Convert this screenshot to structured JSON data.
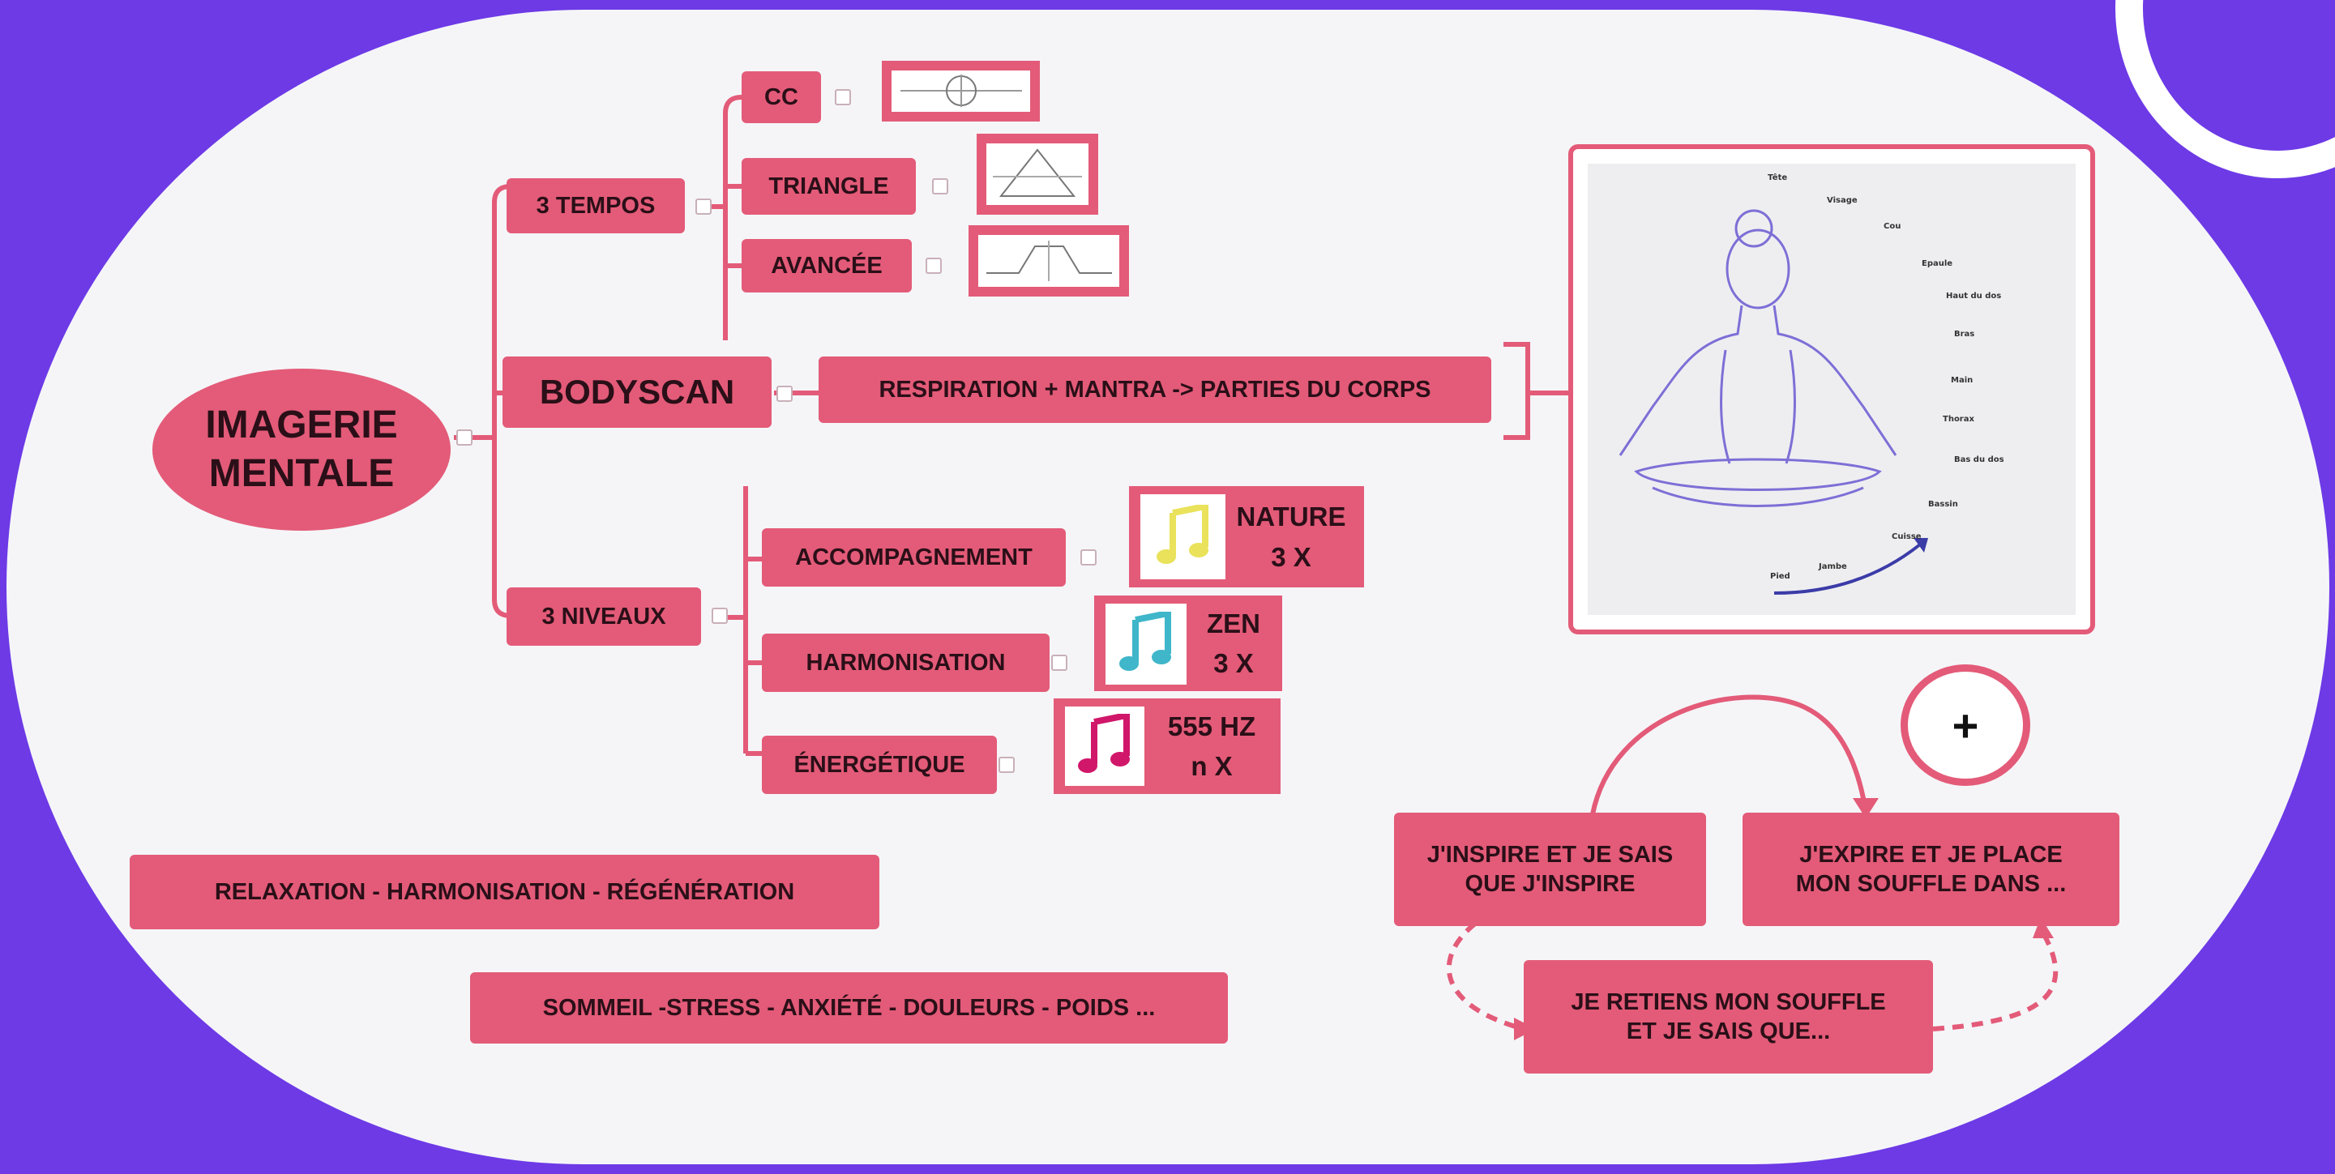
{
  "root": {
    "line1": "IMAGERIE",
    "line2": "MENTALE"
  },
  "branches": {
    "tempos": "3 TEMPOS",
    "bodyscan": "BODYSCAN",
    "niveaux": "3 NIVEAUX"
  },
  "tempos_children": [
    "CC",
    "TRIANGLE",
    "AVANCÉE"
  ],
  "bodyscan_child": "RESPIRATION + MANTRA -> PARTIES DU CORPS",
  "niveaux_children": [
    {
      "label": "ACCOMPAGNEMENT",
      "music_line1": "NATURE",
      "music_line2": "3 X",
      "icon_color": "#e9e25a"
    },
    {
      "label": "HARMONISATION",
      "music_line1": "ZEN",
      "music_line2": "3 X",
      "icon_color": "#3fb6c9"
    },
    {
      "label": "ÉNERGÉTIQUE",
      "music_line1": "555 HZ",
      "music_line2": "n X",
      "icon_color": "#d0176a"
    }
  ],
  "body_parts": [
    "Tête",
    "Visage",
    "Cou",
    "Epaule",
    "Haut du dos",
    "Bras",
    "Main",
    "Thorax",
    "Bas du dos",
    "Bassin",
    "Cuisse",
    "Jambe",
    "Pied"
  ],
  "notes": {
    "relaxation": "RELAXATION - HARMONISATION - RÉGÉNÉRATION",
    "sommeil": "SOMMEIL -STRESS - ANXIÉTÉ - DOULEURS - POIDS ..."
  },
  "cycle": {
    "inspire": "J'INSPIRE ET JE SAIS\nQUE J'INSPIRE",
    "expire": "J'EXPIRE ET JE PLACE\nMON SOUFFLE DANS ...",
    "retiens": "JE RETIENS MON SOUFFLE\nET JE SAIS QUE..."
  },
  "plus_label": "+",
  "colors": {
    "background": "#6d3ae6",
    "panel": "#f5f5f8",
    "node": "#e35b78",
    "line": "#e35b78",
    "figure_outline": "#7d6fd6"
  }
}
